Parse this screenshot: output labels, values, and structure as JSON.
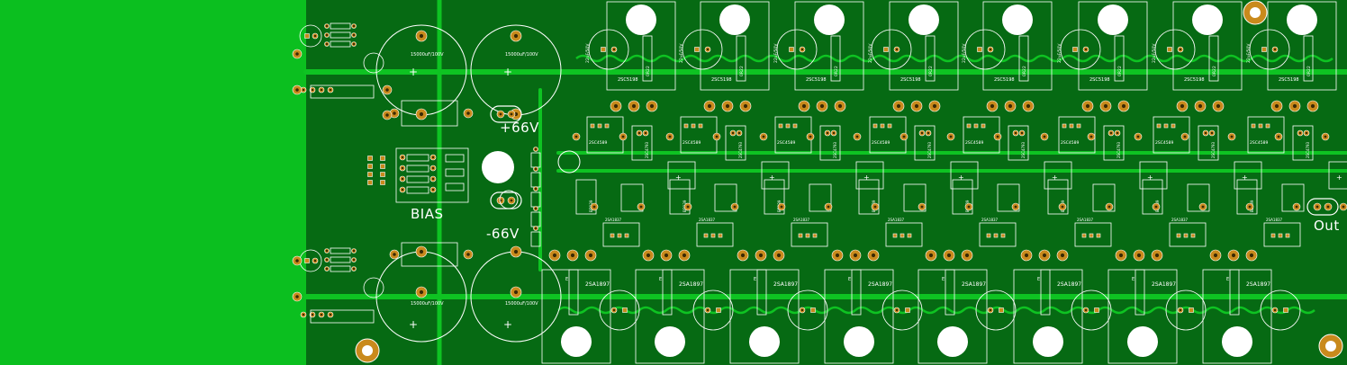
{
  "board": {
    "colors": {
      "background": "#0bbf1f",
      "board": "#066a13",
      "copper": "#0ec322",
      "pad": "#c98a1c",
      "silk": "#ffffff"
    },
    "labels": {
      "plus_rail": "+66V",
      "minus_rail": "-66V",
      "bias": "BIAS",
      "out": "Out",
      "filter_cap": "15000uF/100V",
      "upper_transistor": "2SC5200",
      "lower_transistor": "2SA1943",
      "driver_npn": "2SC4793",
      "driver_pnp": "2SA1837",
      "emitter_res": "0R22/5W",
      "upper_part": "2SC5198",
      "lower_part": "2SA1897",
      "small_text": "22uF/50V",
      "mid_text": "2SC4589"
    },
    "counts": {
      "upper_outputs": 8,
      "lower_outputs": 8
    }
  }
}
